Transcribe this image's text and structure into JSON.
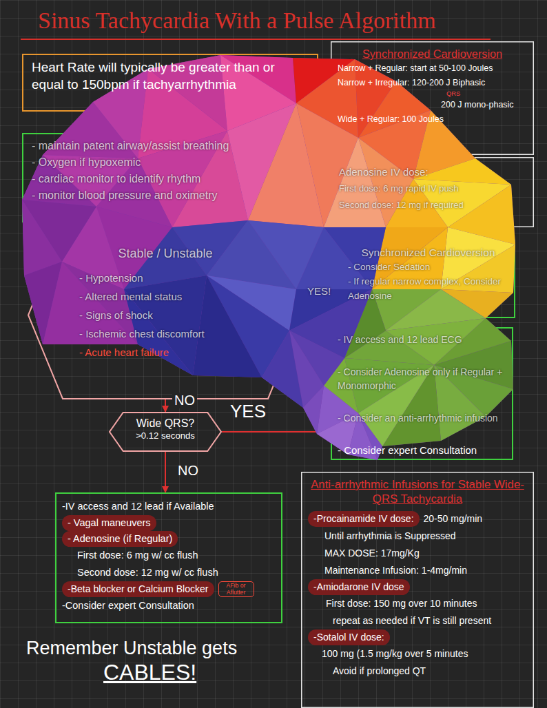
{
  "diagram": {
    "title": "Sinus Tachycardia With a Pulse Algorithm",
    "nodes": [
      {
        "text": [
          "Heart Rate will typically be greater than or equal to 150bpm if tachyarrhythmia"
        ]
      },
      {
        "text": [
          "- maintain patent airway/assist breathing",
          "- Oxygen if hypoxemic",
          "- cardiac monitor to identify rhythm",
          "- monitor blood pressure and oximetry"
        ]
      },
      {
        "text": [
          "Stable / Unstable",
          "- Hypotension",
          "- Altered mental status",
          "- Signs of shock",
          "- Ischemic chest discomfort",
          "- Acute heart failure"
        ]
      },
      {
        "text": [
          "Synchronized Cardioversion",
          "Narrow + Regular: start at 50-100 Joules",
          "Narrow + Irregular: 120-200 J Biphasic",
          "QRS",
          "200 J mono-phasic",
          "Wide + Regular: 100 Joules"
        ]
      },
      {
        "text": [
          "Adenosine IV dose:",
          "First dose: 6 mg rapid IV push",
          "Second dose: 12 mg if required"
        ]
      },
      {
        "text": [
          "Synchronized Cardioversion",
          "- Consider Sedation",
          "- If regular narrow complex, Consider Adenosine"
        ]
      },
      {
        "text": [
          "Wide QRS?",
          ">0.12 seconds"
        ]
      },
      {
        "text": [
          "- IV access and 12 lead ECG",
          "- Consider Adenosine only if Regular + Monomorphic",
          "- Consider an anti-arrhythmic infusion",
          "- Consider expert Consultation"
        ]
      },
      {
        "text": [
          "-IV access and 12 lead if Available",
          "- Vagal maneuvers",
          "- Adenosine (if Regular)",
          "First dose: 6 mg w/ cc flush",
          "Second dose: 12 mg w/ cc flush",
          "-Beta blocker or Calcium Blocker",
          "AFib or Aflutter",
          "-Consider expert Consultation"
        ]
      },
      {
        "text": [
          "Anti-arrhythmic Infusions for Stable Wide-QRS Tachycardia",
          "-Procainamide IV dose:",
          "20-50 mg/min",
          "Until arrhythmia is Suppressed",
          "MAX DOSE: 17mg/Kg",
          "Maintenance Infusion: 1-4mg/min",
          "-Amiodarone IV dose",
          "First dose: 150 mg over 10 minutes",
          "repeat as needed if VT is still present",
          "-Sotalol IV dose:",
          "100 mg (1.5 mg/kg over 5 minutes",
          "Avoid if prolonged QT"
        ]
      }
    ],
    "edges": [
      {
        "from": 0,
        "to": 1,
        "arrow": "to"
      },
      {
        "from": 1,
        "to": 2,
        "arrow": "to"
      },
      {
        "from": 2,
        "to": 5,
        "label": "YES!",
        "arrow": "to"
      },
      {
        "from": 2,
        "to": 6,
        "label": "NO",
        "arrow": "to"
      },
      {
        "from": 6,
        "to": 7,
        "label": "YES",
        "arrow": "to"
      },
      {
        "from": 6,
        "to": 8,
        "label": "NO",
        "arrow": "to"
      }
    ],
    "labels": [
      "Remember Unstable gets",
      "CABLES!"
    ]
  }
}
